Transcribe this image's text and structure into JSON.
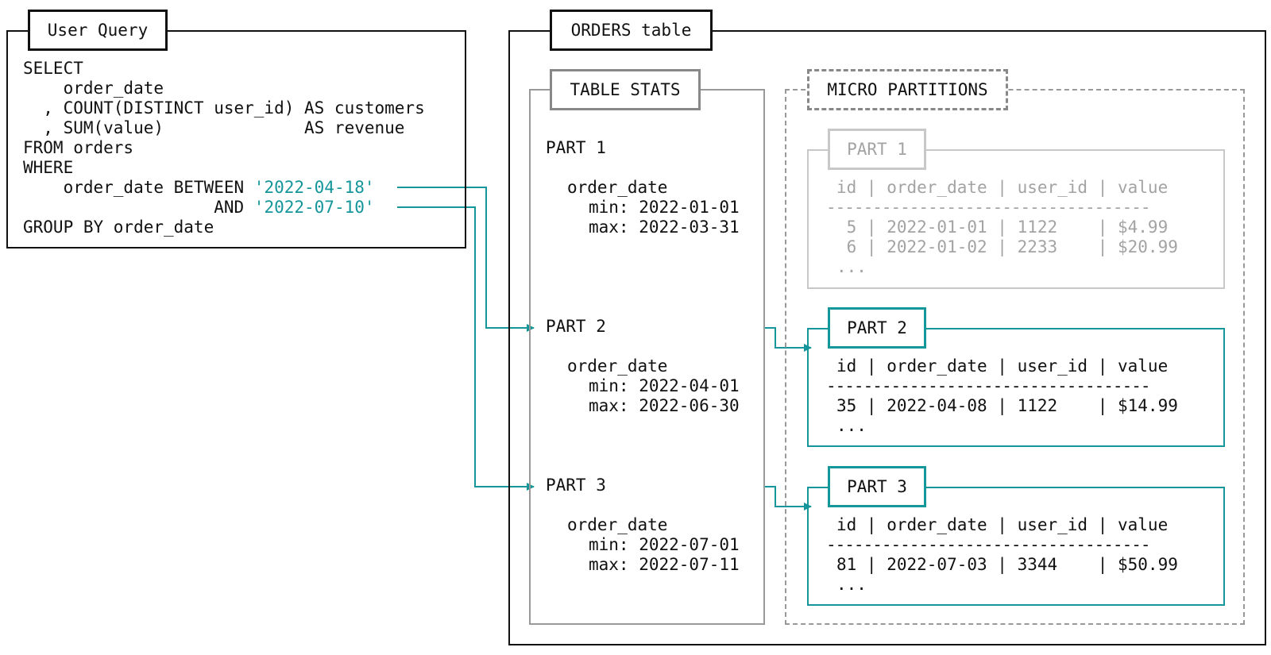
{
  "user_query": {
    "title": "User Query",
    "lines": {
      "l1": "SELECT",
      "l2": "    order_date",
      "l3": "  , COUNT(DISTINCT user_id) AS customers",
      "l4": "  , SUM(value)              AS revenue",
      "l5": "FROM orders",
      "l6": "WHERE",
      "l7_prefix": "    order_date BETWEEN ",
      "l7_value": "'2022-04-18'",
      "l8_prefix": "                   AND ",
      "l8_value": "'2022-07-10'",
      "l9": "GROUP BY order_date"
    }
  },
  "orders_table": {
    "title": "ORDERS table",
    "table_stats": {
      "title": "TABLE STATS",
      "parts": [
        {
          "name": "PART 1",
          "field": "order_date",
          "min": "min: 2022-01-01",
          "max": "max: 2022-03-31"
        },
        {
          "name": "PART 2",
          "field": "order_date",
          "min": "min: 2022-04-01",
          "max": "max: 2022-06-30"
        },
        {
          "name": "PART 3",
          "field": "order_date",
          "min": "min: 2022-07-01",
          "max": "max: 2022-07-11"
        }
      ]
    },
    "micro_partitions": {
      "title": "MICRO PARTITIONS",
      "parts": [
        {
          "name": "PART 1",
          "header": "id | order_date | user_id | value",
          "separator": "-----------------------------------",
          "rows": [
            " 5 | 2022-01-01 | 1122    | $4.99",
            " 6 | 2022-01-02 | 2233    | $20.99"
          ],
          "ellipsis": "...",
          "state": "pruned"
        },
        {
          "name": "PART 2",
          "header": "id | order_date | user_id | value",
          "separator": "-----------------------------------",
          "rows": [
            "35 | 2022-04-08 | 1122    | $14.99"
          ],
          "ellipsis": "...",
          "state": "scanned"
        },
        {
          "name": "PART 3",
          "header": "id | order_date | user_id | value",
          "separator": "-----------------------------------",
          "rows": [
            "81 | 2022-07-03 | 3344    | $50.99"
          ],
          "ellipsis": "...",
          "state": "scanned"
        }
      ]
    }
  },
  "colors": {
    "accent": "#14969a",
    "muted": "#a3a3a3",
    "ink": "#111111",
    "stats_border": "#888888"
  }
}
